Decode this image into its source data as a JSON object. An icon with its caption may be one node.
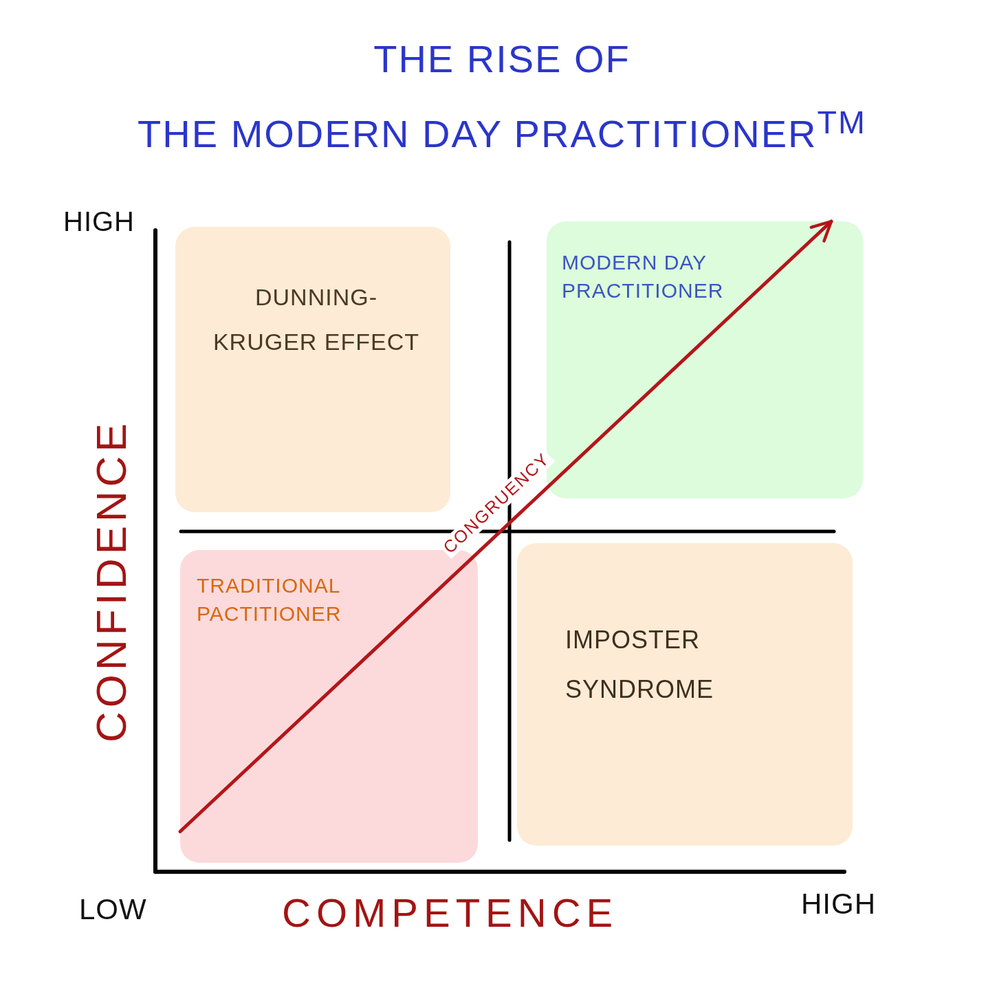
{
  "diagram": {
    "title": "THE RISE OF THE MODERN DAY PRACTITIONER$^{TM}$",
    "nodes": [
      {
        "text": [
          "DUNNING-KRUGER EFFECT"
        ]
      },
      {
        "text": [
          "MODERN DAY PRACTITIONER"
        ]
      },
      {
        "text": [
          "TRADITIONAL PACTITIONER"
        ]
      },
      {
        "text": [
          "IMPOSTER SYNDROME"
        ]
      }
    ],
    "edges": [
      {
        "from": 2,
        "to": 1,
        "arrow": "to",
        "label": "CONGRUENCY"
      }
    ],
    "labels": [
      "HIGH",
      "CONFIDENCE",
      "LOW",
      "COMPETENCE",
      "HIGH"
    ]
  }
}
